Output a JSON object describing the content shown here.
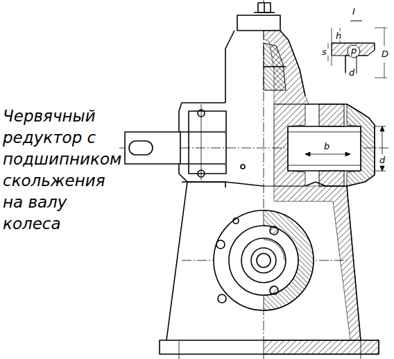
{
  "diagram": {
    "labels": [
      "Червячный редуктор с подшипником скольжения на валу колеса",
      "I",
      "h",
      "s",
      "p",
      "D",
      "d",
      "b",
      "d"
    ]
  }
}
